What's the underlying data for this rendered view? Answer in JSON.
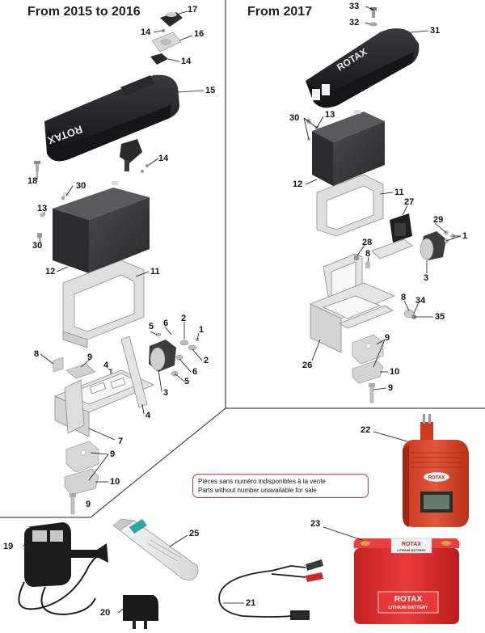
{
  "sections": {
    "left_title": "From 2015 to 2016",
    "right_title": "From 2017"
  },
  "note": {
    "line1": "Pièces sans numéro indisponibles à la vente",
    "line2": "Parts without number unavailable for sale"
  },
  "brand_text": {
    "box_left": "ROTAX",
    "box_right": "ROTAX",
    "charger_logo": "ROTAX",
    "battery_brand": "ROTAX",
    "battery_sub": "LITHIUM BATTERY",
    "battery_top": "ROTAX",
    "battery_top_sub": "LITHIUM BATTERY"
  },
  "callouts": [
    {
      "id": "c17a",
      "text": "17"
    },
    {
      "id": "c14a",
      "text": "14"
    },
    {
      "id": "c16",
      "text": "16"
    },
    {
      "id": "c14b",
      "text": "14"
    },
    {
      "id": "c15",
      "text": "15"
    },
    {
      "id": "c14c",
      "text": "14"
    },
    {
      "id": "c18",
      "text": "18"
    },
    {
      "id": "c30a",
      "text": "30"
    },
    {
      "id": "c13a",
      "text": "13"
    },
    {
      "id": "c30b",
      "text": "30"
    },
    {
      "id": "c12a",
      "text": "12"
    },
    {
      "id": "c11a",
      "text": "11"
    },
    {
      "id": "c5a",
      "text": "5"
    },
    {
      "id": "c6a",
      "text": "6"
    },
    {
      "id": "c2a",
      "text": "2"
    },
    {
      "id": "c1a",
      "text": "1"
    },
    {
      "id": "c2b",
      "text": "2"
    },
    {
      "id": "c8a",
      "text": "8"
    },
    {
      "id": "c9a",
      "text": "9"
    },
    {
      "id": "c4a",
      "text": "4"
    },
    {
      "id": "c6b",
      "text": "6"
    },
    {
      "id": "c5b",
      "text": "5"
    },
    {
      "id": "c3a",
      "text": "3"
    },
    {
      "id": "c4b",
      "text": "4"
    },
    {
      "id": "c7",
      "text": "7"
    },
    {
      "id": "c9b",
      "text": "9"
    },
    {
      "id": "c10a",
      "text": "10"
    },
    {
      "id": "c9c",
      "text": "9"
    },
    {
      "id": "c33",
      "text": "33"
    },
    {
      "id": "c32",
      "text": "32"
    },
    {
      "id": "c31",
      "text": "31"
    },
    {
      "id": "c30c",
      "text": "30"
    },
    {
      "id": "c13b",
      "text": "13"
    },
    {
      "id": "c12b",
      "text": "12"
    },
    {
      "id": "c11b",
      "text": "11"
    },
    {
      "id": "c27",
      "text": "27"
    },
    {
      "id": "c29",
      "text": "29"
    },
    {
      "id": "c1b",
      "text": "1"
    },
    {
      "id": "c28",
      "text": "28"
    },
    {
      "id": "c8b",
      "text": "8"
    },
    {
      "id": "c3b",
      "text": "3"
    },
    {
      "id": "c8c",
      "text": "8"
    },
    {
      "id": "c34",
      "text": "34"
    },
    {
      "id": "c35",
      "text": "35"
    },
    {
      "id": "c9d",
      "text": "9"
    },
    {
      "id": "c26",
      "text": "26"
    },
    {
      "id": "c10b",
      "text": "10"
    },
    {
      "id": "c9e",
      "text": "9"
    },
    {
      "id": "c22",
      "text": "22"
    },
    {
      "id": "c19",
      "text": "19"
    },
    {
      "id": "c25",
      "text": "25"
    },
    {
      "id": "c23",
      "text": "23"
    },
    {
      "id": "c20",
      "text": "20"
    },
    {
      "id": "c21",
      "text": "21"
    }
  ],
  "colors": {
    "divider": "#222222",
    "box_black": "#1c1c1e",
    "battery_gray": "#3a3a3c",
    "part_light": "#e6e6e6",
    "charger_red": "#d2462a",
    "battery_red": "#e03030",
    "note_border": "#d03a3a"
  }
}
